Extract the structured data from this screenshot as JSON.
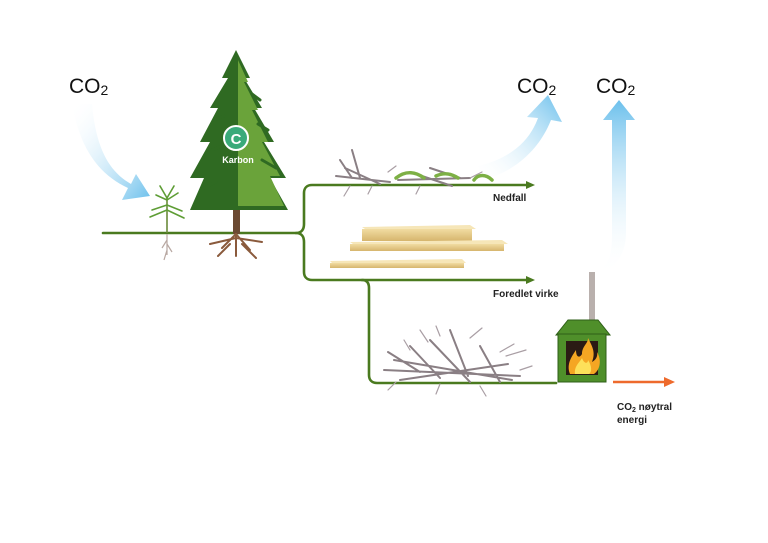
{
  "labels": {
    "co2_left": "CO",
    "co2_mid": "CO",
    "co2_right": "CO",
    "co2_sub": "2",
    "karbon": "Karbon",
    "karbon_symbol": "C",
    "nedfall": "Nedfall",
    "foredlet_virke": "Foredlet virke",
    "energy_co2": "CO",
    "energy_sub": "2",
    "energy_line1_rest": " nøytral",
    "energy_line2": "energi"
  },
  "colors": {
    "flow_line": "#4a7a1f",
    "co2_arrow": "#7cc6ee",
    "karbon_badge": "#3aaa7a",
    "tree_dark": "#2f6a22",
    "tree_light": "#6aa33a",
    "energy_arrow": "#ee6a2c",
    "stove": "#4f8f2a",
    "fire": "#f5a623"
  },
  "icons": [
    "co2-arrow-icon",
    "seedling-icon",
    "spruce-tree-icon",
    "karbon-badge-icon",
    "deadwood-icon",
    "lumber-boards-icon",
    "branch-pile-icon",
    "stove-icon",
    "fire-icon",
    "chimney-icon",
    "energy-arrow-icon"
  ]
}
